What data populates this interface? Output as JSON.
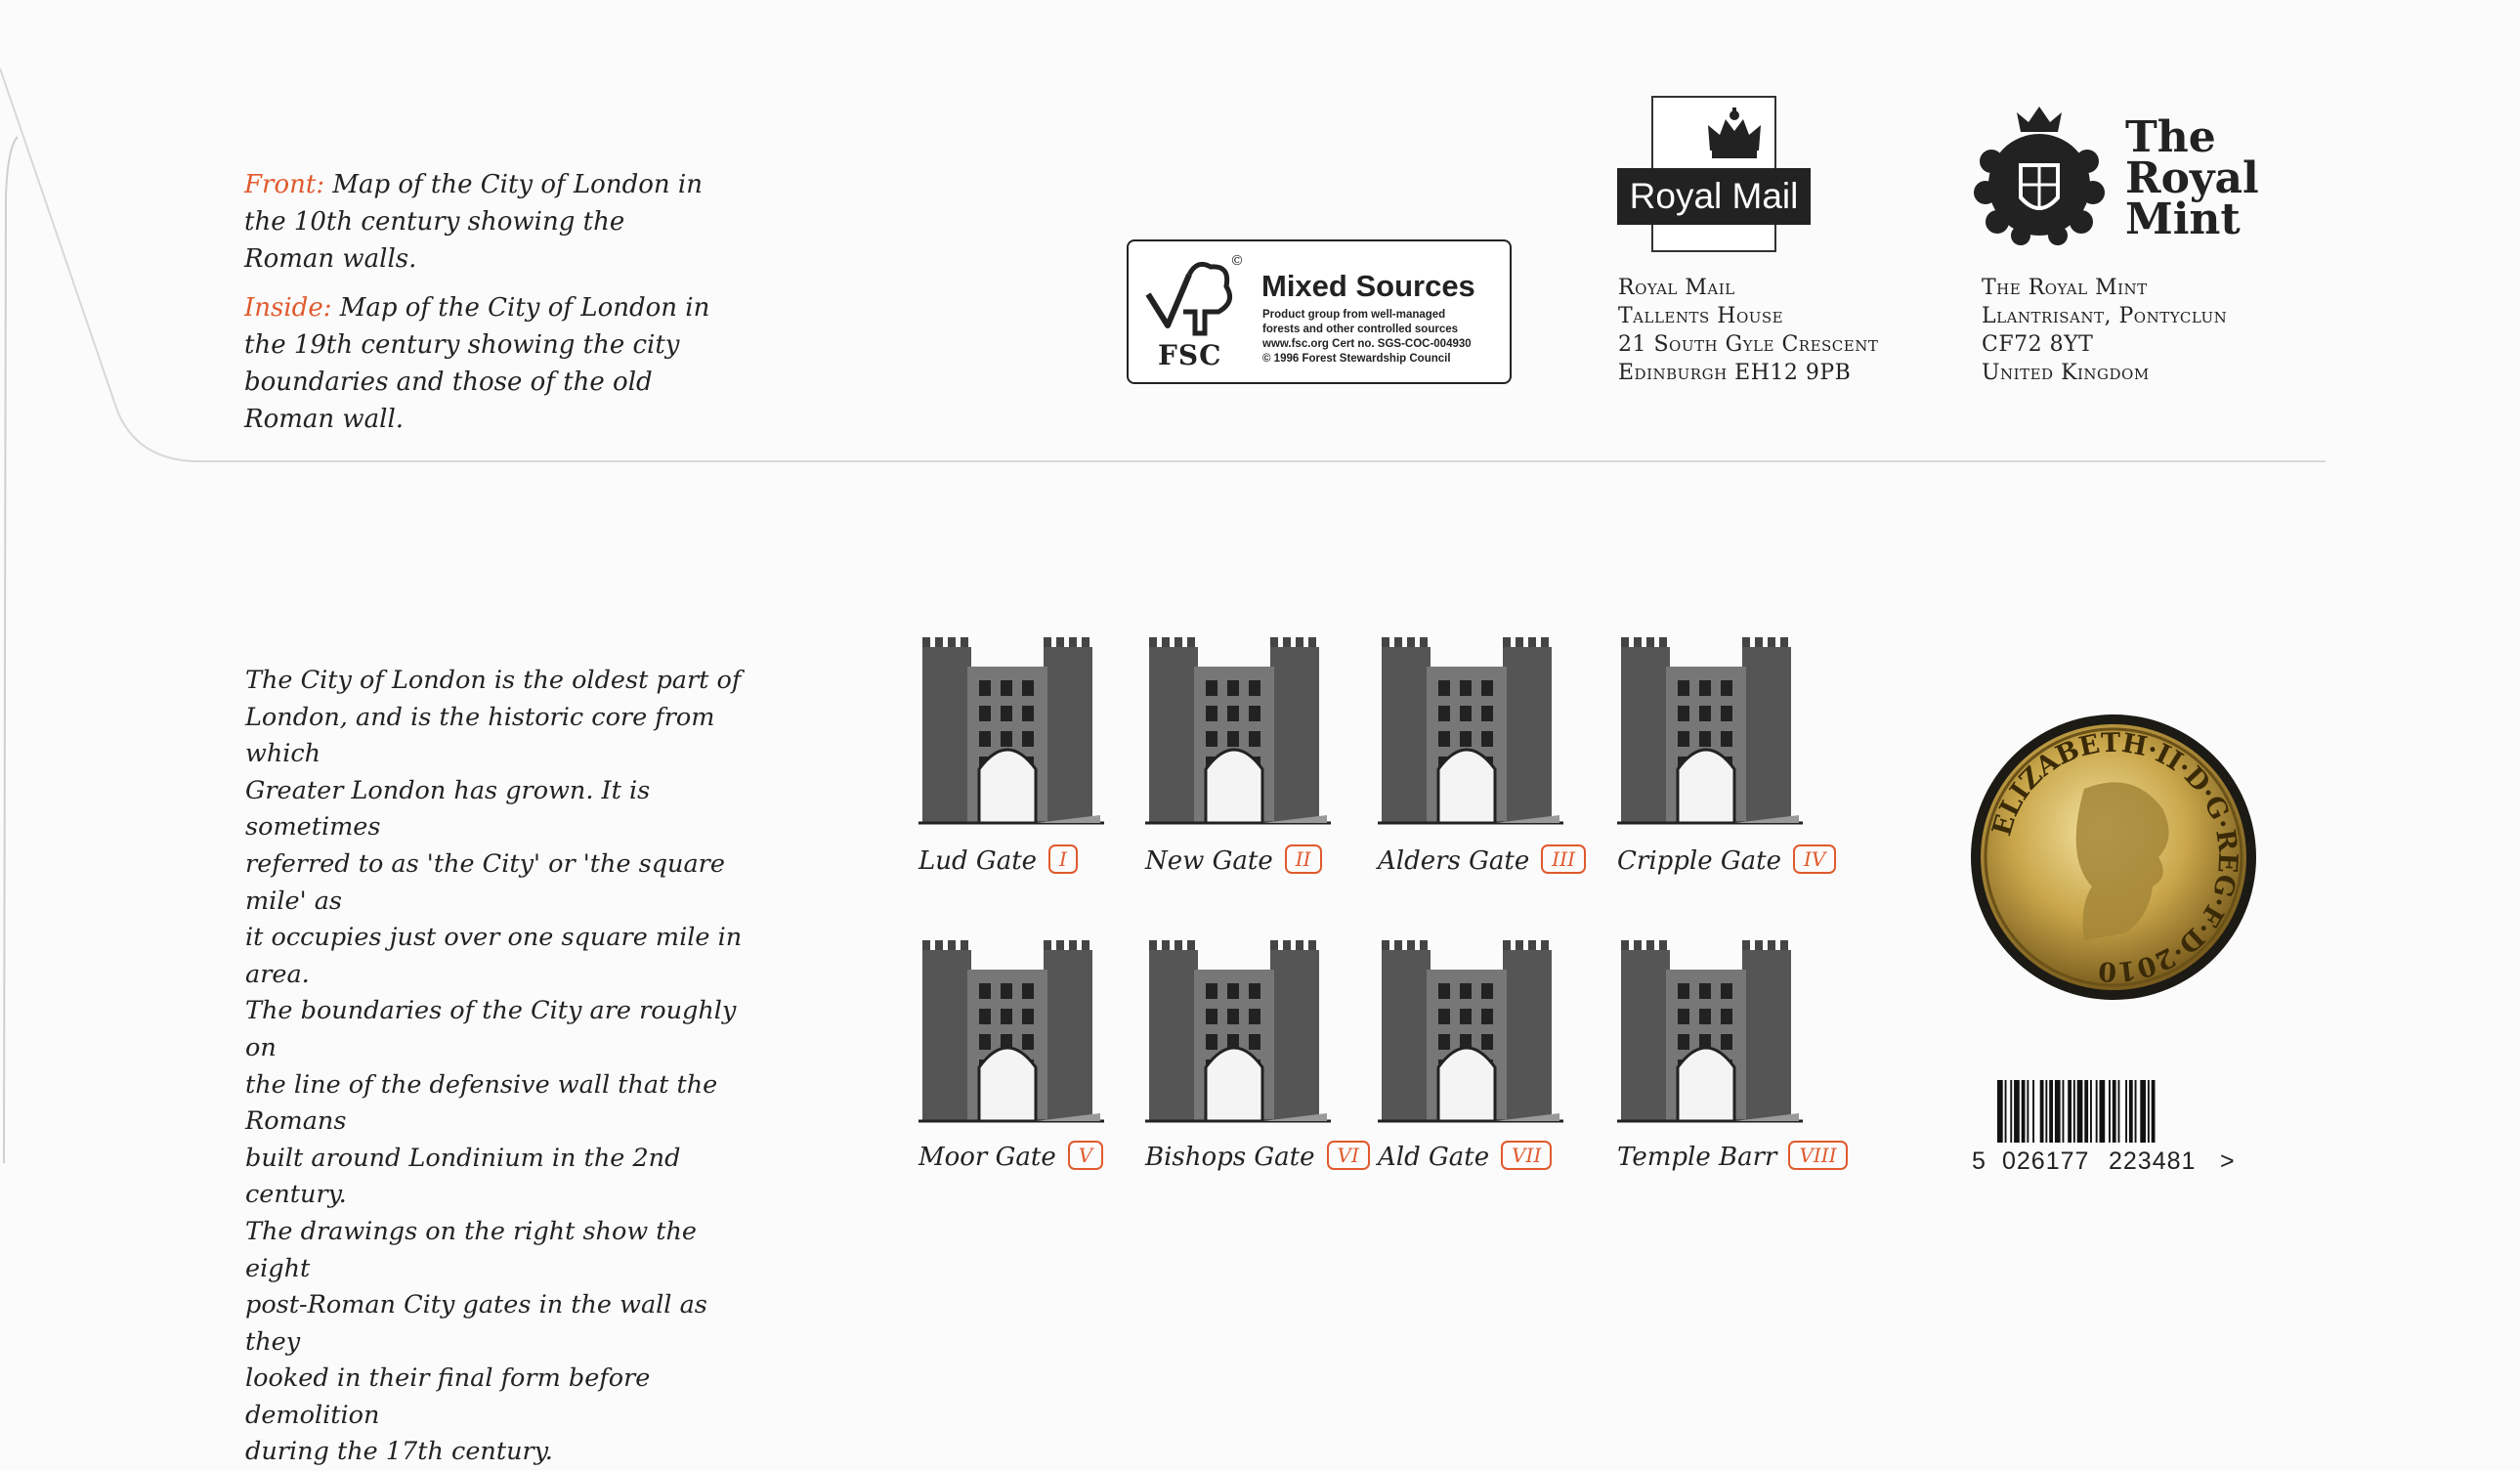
{
  "notes": {
    "front_label": "Front:",
    "front_text": "Map of the City of London in the 10th century showing the Roman walls.",
    "inside_label": "Inside:",
    "inside_text": "Map of the City of London in the 19th century showing the city boundaries and those of the old Roman wall."
  },
  "fsc": {
    "title": "Mixed Sources",
    "line1": "Product group from well-managed",
    "line2": "forests and other controlled sources",
    "line3": "www.fsc.org   Cert no. SGS-COC-004930",
    "line4": "© 1996 Forest Stewardship Council",
    "logo_text": "FSC",
    "copyright_mark": "©"
  },
  "royal_mail": {
    "logo_text": "Royal Mail",
    "address": [
      "Royal Mail",
      "Tallents House",
      "21 South Gyle Crescent",
      "Edinburgh EH12 9PB"
    ]
  },
  "royal_mint": {
    "logo_line1": "The",
    "logo_line2": "Royal",
    "logo_line3": "Mint",
    "address": [
      "The Royal Mint",
      "Llantrisant, Pontyclun",
      "CF72 8YT",
      "United Kingdom"
    ]
  },
  "description": "The City of London is the oldest part of London, and is the historic core from which Greater London has grown. It is sometimes referred to as 'the City' or 'the square mile' as it occupies just over one square mile in area. The boundaries of the City are roughly on the line of the defensive wall that the Romans built around Londinium in the 2nd century. The drawings on the right show the eight post-Roman City gates in the wall as they looked in their final form before demolition during the 17th century.",
  "description_lines": [
    "The City of London is the oldest part of",
    "London, and is the historic core from which",
    "Greater London has grown. It is sometimes",
    "referred to as 'the City' or 'the square mile' as",
    "it occupies just over one square mile in area.",
    "The boundaries of the City are roughly on",
    "the line of the defensive wall that the Romans",
    "built around Londinium in the 2nd century.",
    "The drawings on the right show the eight",
    "post-Roman City gates in the wall as they",
    "looked in their final form before demolition",
    "during the 17th century."
  ],
  "gates": [
    {
      "name": "Lud Gate",
      "numeral": "I"
    },
    {
      "name": "New Gate",
      "numeral": "II"
    },
    {
      "name": "Alders Gate",
      "numeral": "III"
    },
    {
      "name": "Cripple Gate",
      "numeral": "IV"
    },
    {
      "name": "Moor Gate",
      "numeral": "V"
    },
    {
      "name": "Bishops Gate",
      "numeral": "VI"
    },
    {
      "name": "Ald Gate",
      "numeral": "VII"
    },
    {
      "name": "Temple Barr",
      "numeral": "VIII"
    }
  ],
  "coin": {
    "inscription": "ELIZABETH·II·D·G·REG·F·D·2010"
  },
  "barcode": {
    "first_digit": "5",
    "group1": "026177",
    "group2": "223481",
    "end_mark": ">"
  },
  "colors": {
    "accent": "#e05a2e",
    "ink": "#222222",
    "background": "#fbfbfb"
  }
}
